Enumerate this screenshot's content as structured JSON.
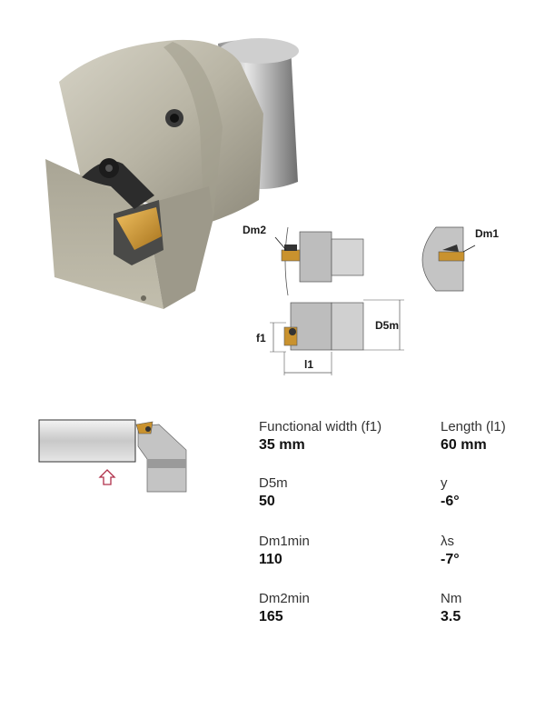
{
  "diagram_labels": {
    "dm2": "Dm2",
    "dm1": "Dm1",
    "d5m": "D5m",
    "f1": "f1",
    "l1": "l1"
  },
  "specs": [
    {
      "label": "Functional width (f1)",
      "value": "35 mm"
    },
    {
      "label": "Length (l1)",
      "value": "60 mm"
    },
    {
      "label": "D5m",
      "value": "50"
    },
    {
      "label": "y",
      "value": "-6°"
    },
    {
      "label": "Dm1min",
      "value": "110"
    },
    {
      "label": "λs",
      "value": "-7°"
    },
    {
      "label": "Dm2min",
      "value": "165"
    },
    {
      "label": "Nm",
      "value": "3.5"
    }
  ],
  "colors": {
    "steel": "#b5b1a2",
    "insert_gold": "#c9922e",
    "clamp_dark": "#2c2c2c",
    "arrow": "#b0304a"
  },
  "icons": {
    "feed_arrow": "up-arrow-outline-icon"
  }
}
